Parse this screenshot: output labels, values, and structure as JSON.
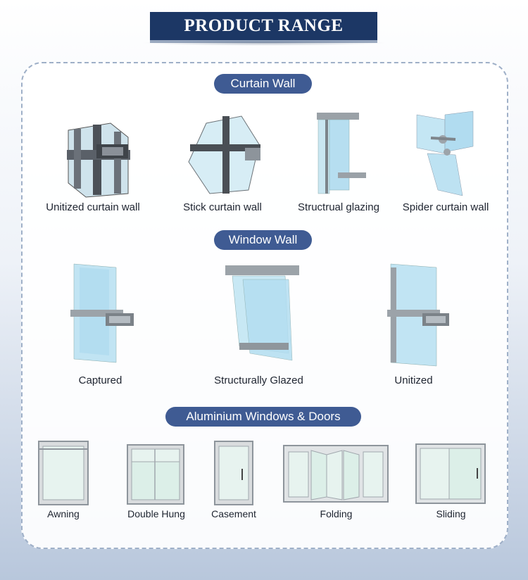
{
  "header": {
    "title": "PRODUCT RANGE"
  },
  "sections": [
    {
      "title": "Curtain Wall",
      "items": [
        {
          "label": "Unitized curtain wall",
          "icon": "unitized-curtain-wall-icon"
        },
        {
          "label": "Stick curtain wall",
          "icon": "stick-curtain-wall-icon"
        },
        {
          "label": "Structrual glazing",
          "icon": "structural-glazing-icon"
        },
        {
          "label": "Spider curtain wall",
          "icon": "spider-curtain-wall-icon"
        }
      ]
    },
    {
      "title": "Window Wall",
      "items": [
        {
          "label": "Captured",
          "icon": "captured-window-wall-icon"
        },
        {
          "label": "Structurally Glazed",
          "icon": "structurally-glazed-window-wall-icon"
        },
        {
          "label": "Unitized",
          "icon": "unitized-window-wall-icon"
        }
      ]
    },
    {
      "title": "Aluminium Windows & Doors",
      "items": [
        {
          "label": "Awning",
          "icon": "awning-window-icon"
        },
        {
          "label": "Double Hung",
          "icon": "double-hung-window-icon"
        },
        {
          "label": "Casement",
          "icon": "casement-window-icon"
        },
        {
          "label": "Folding",
          "icon": "folding-door-icon"
        },
        {
          "label": "Sliding",
          "icon": "sliding-door-icon"
        }
      ]
    }
  ],
  "colors": {
    "banner": "#1c3765",
    "pill": "#3f5b93",
    "glass": "#bfe3f2",
    "frame": "#8e959c"
  }
}
